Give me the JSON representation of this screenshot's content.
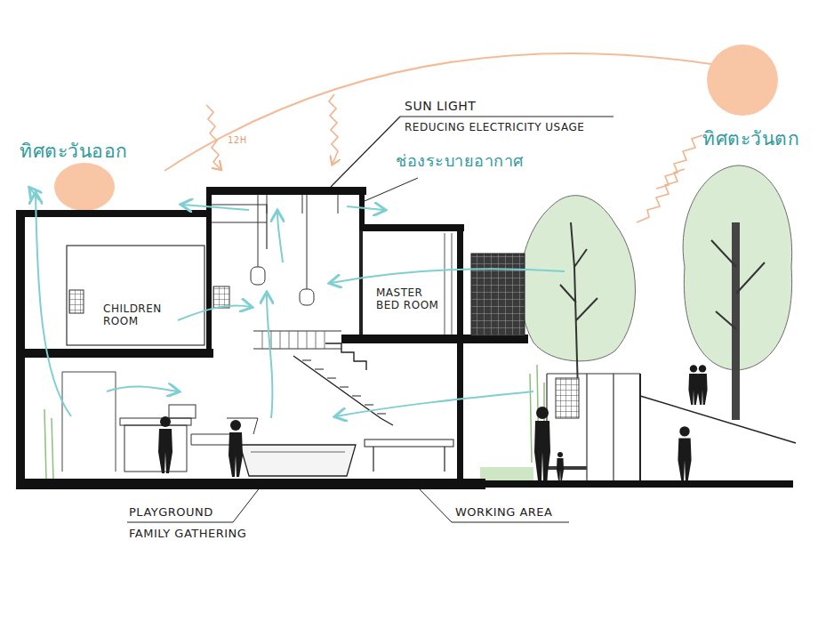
{
  "diagram": {
    "labels": [
      "ทิศตะวันออก",
      "ทิศตะวันตก",
      "SUN LIGHT",
      "REDUCING ELECTRICITY USAGE",
      "12H",
      "ช่องระบายอากาศ",
      "CHILDREN ROOM",
      "MASTER BED ROOM",
      "PLAYGROUND",
      "FAMILY GATHERING",
      "WORKING AREA"
    ]
  }
}
